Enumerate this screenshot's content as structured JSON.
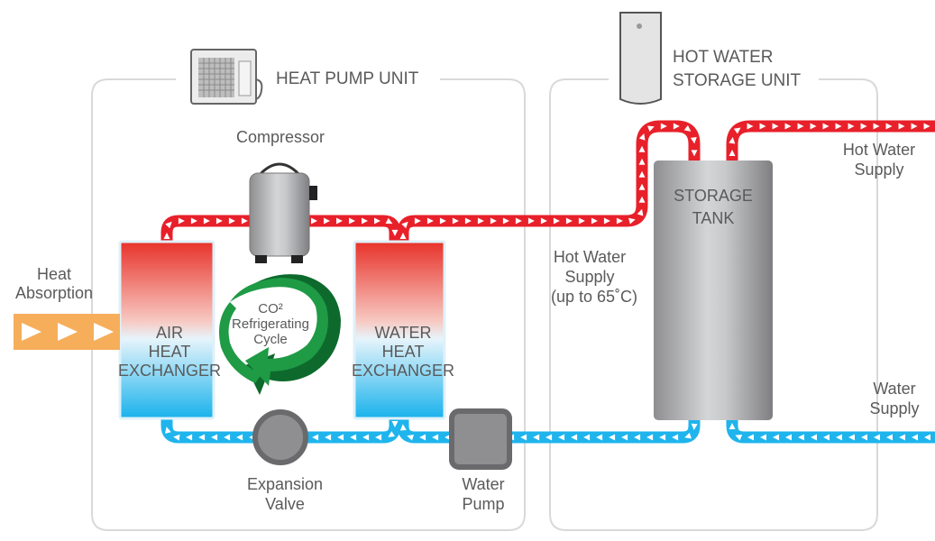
{
  "sections": {
    "heat_pump_unit": "HEAT PUMP UNIT",
    "hot_water_storage_unit": [
      "HOT WATER",
      "STORAGE UNIT"
    ]
  },
  "components": {
    "compressor": "Compressor",
    "air_heat_exchanger": [
      "AIR",
      "HEAT",
      "EXCHANGER"
    ],
    "water_heat_exchanger": [
      "WATER",
      "HEAT",
      "EXCHANGER"
    ],
    "refrigerating_cycle": [
      "CO²",
      "Refrigerating",
      "Cycle"
    ],
    "expansion_valve": [
      "Expansion",
      "Valve"
    ],
    "water_pump": [
      "Water",
      "Pump"
    ],
    "storage_tank": [
      "STORAGE",
      "TANK"
    ]
  },
  "flows": {
    "heat_absorption": [
      "Heat",
      "Absorption"
    ],
    "hot_water_supply_mid": [
      "Hot Water",
      "Supply",
      "(up to 65˚C)"
    ],
    "hot_water_supply_out": [
      "Hot Water",
      "Supply"
    ],
    "water_supply_in": [
      "Water",
      "Supply"
    ]
  },
  "colors": {
    "hot_pipe": "#e8202a",
    "cold_pipe": "#1fb4ec",
    "heat_arrow": "#f6ae5a",
    "cycle_green": "#1f9a45",
    "cycle_dark": "#0d6a2c",
    "metal": "#9a9a9c",
    "frame": "#d6d6d6"
  }
}
